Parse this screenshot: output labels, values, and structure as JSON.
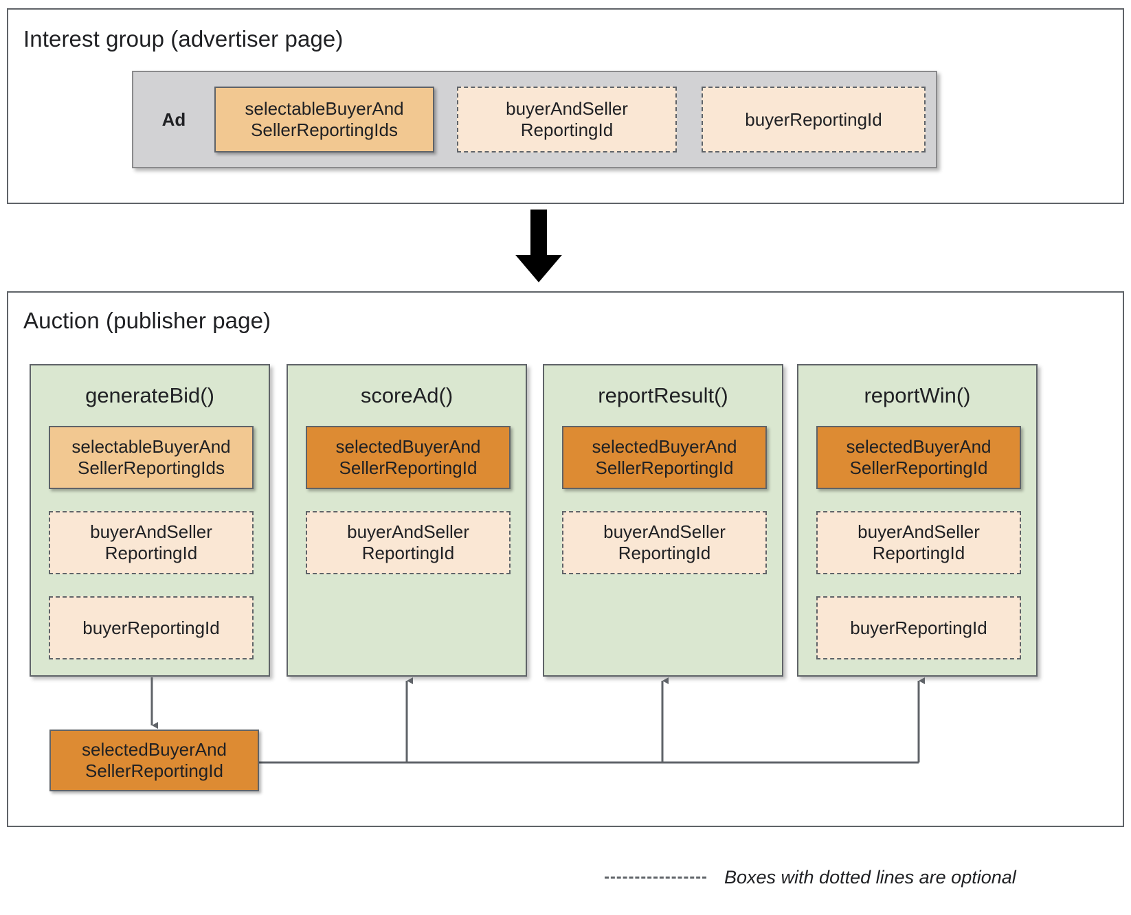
{
  "interest_group": {
    "title": "Interest group (advertiser page)",
    "ad_label": "Ad",
    "boxes": [
      {
        "label": "selectableBuyerAnd\nSellerReportingIds",
        "style": "solid-light"
      },
      {
        "label": "buyerAndSeller\nReportingId",
        "style": "dashed"
      },
      {
        "label": "buyerReportingId",
        "style": "dashed"
      }
    ]
  },
  "auction": {
    "title": "Auction (publisher page)",
    "columns": [
      {
        "title": "generateBid()",
        "boxes": [
          {
            "label": "selectableBuyerAnd\nSellerReportingIds",
            "style": "solid-light"
          },
          {
            "label": "buyerAndSeller\nReportingId",
            "style": "dashed"
          },
          {
            "label": "buyerReportingId",
            "style": "dashed"
          }
        ]
      },
      {
        "title": "scoreAd()",
        "boxes": [
          {
            "label": "selectedBuyerAnd\nSellerReportingId",
            "style": "solid-dark"
          },
          {
            "label": "buyerAndSeller\nReportingId",
            "style": "dashed"
          }
        ]
      },
      {
        "title": "reportResult()",
        "boxes": [
          {
            "label": "selectedBuyerAnd\nSellerReportingId",
            "style": "solid-dark"
          },
          {
            "label": "buyerAndSeller\nReportingId",
            "style": "dashed"
          }
        ]
      },
      {
        "title": "reportWin()",
        "boxes": [
          {
            "label": "selectedBuyerAnd\nSellerReportingId",
            "style": "solid-dark"
          },
          {
            "label": "buyerAndSeller\nReportingId",
            "style": "dashed"
          },
          {
            "label": "buyerReportingId",
            "style": "dashed"
          }
        ]
      }
    ],
    "selected_output": {
      "label": "selectedBuyerAnd\nSellerReportingId",
      "style": "solid-dark"
    }
  },
  "legend": {
    "text": "Boxes with dotted lines are optional"
  },
  "colors": {
    "panel_border": "#5f6368",
    "ad_container_fill": "#d2d2d4",
    "function_fill": "#dae7d0",
    "solid_light_fill": "#f2c891",
    "solid_dark_fill": "#dd8b33",
    "dashed_fill": "#fae7d4",
    "text": "#202124",
    "connector": "#5f6368",
    "flow_arrow": "#000000"
  }
}
